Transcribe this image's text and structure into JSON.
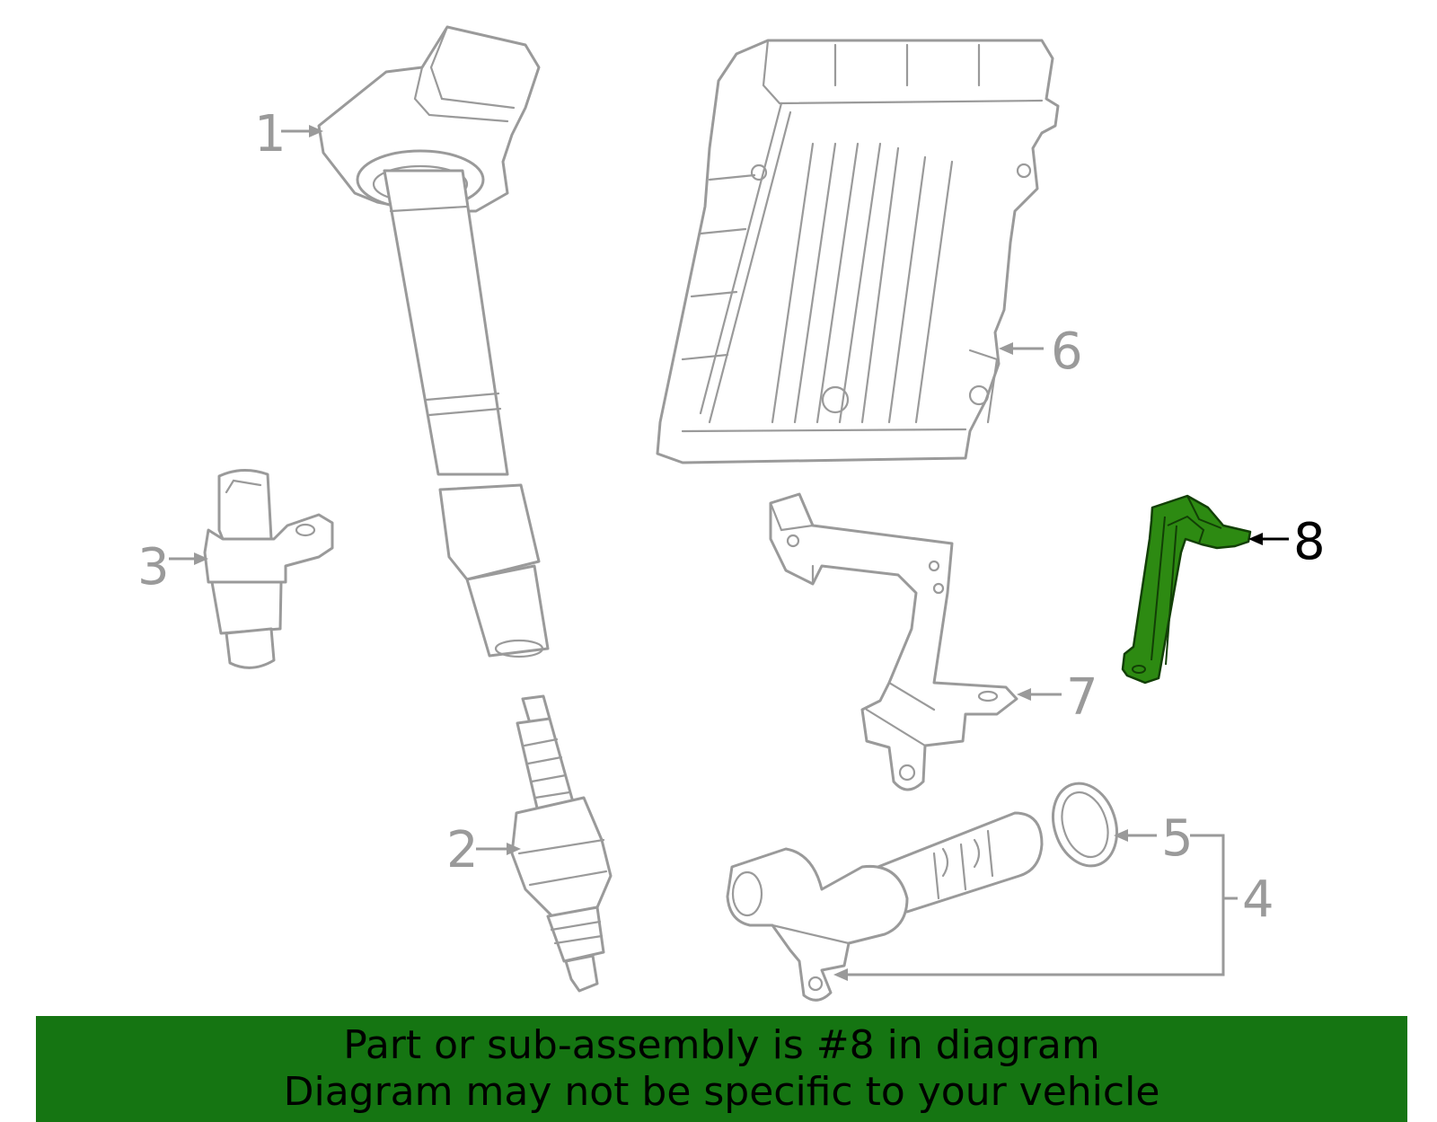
{
  "callouts": {
    "c1": "1",
    "c2": "2",
    "c3": "3",
    "c4": "4",
    "c5": "5",
    "c6": "6",
    "c7": "7",
    "c8": "8"
  },
  "highlight": {
    "part_number": "8",
    "color": "#2d8a12",
    "banner_color": "#157512"
  },
  "banner": {
    "line1": "Part or sub-assembly is #8 in diagram",
    "line2": "Diagram may not be specific to your vehicle"
  },
  "colors": {
    "line_art": "#9a9a9a",
    "selected_callout": "#000000"
  }
}
